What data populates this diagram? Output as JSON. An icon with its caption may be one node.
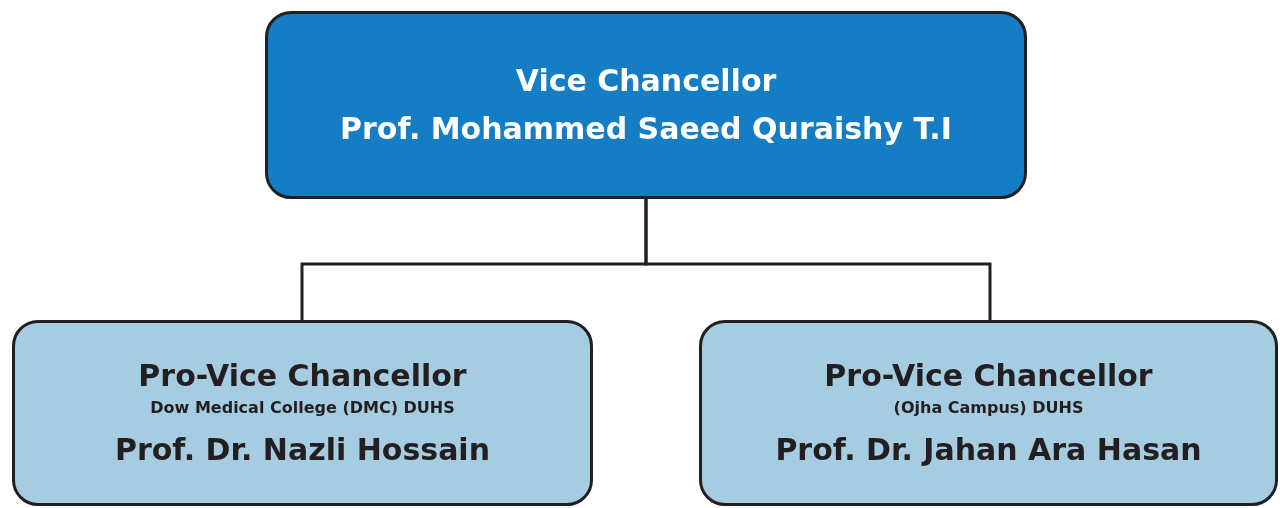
{
  "diagram": {
    "nodes": [
      {
        "text": [
          "Vice Chancellor",
          "Prof. Mohammed Saeed Quraishy T.I"
        ]
      },
      {
        "text": [
          "Pro-Vice Chancellor",
          "Dow Medical College (DMC) DUHS",
          "Prof. Dr. Nazli Hossain"
        ]
      },
      {
        "text": [
          "Pro-Vice Chancellor",
          "(Ojha Campus) DUHS",
          "Prof. Dr. Jahan Ara Hasan"
        ]
      }
    ],
    "edges": [
      {
        "from": 0,
        "to": 1,
        "arrow": "none"
      },
      {
        "from": 0,
        "to": 2,
        "arrow": "none"
      }
    ]
  }
}
